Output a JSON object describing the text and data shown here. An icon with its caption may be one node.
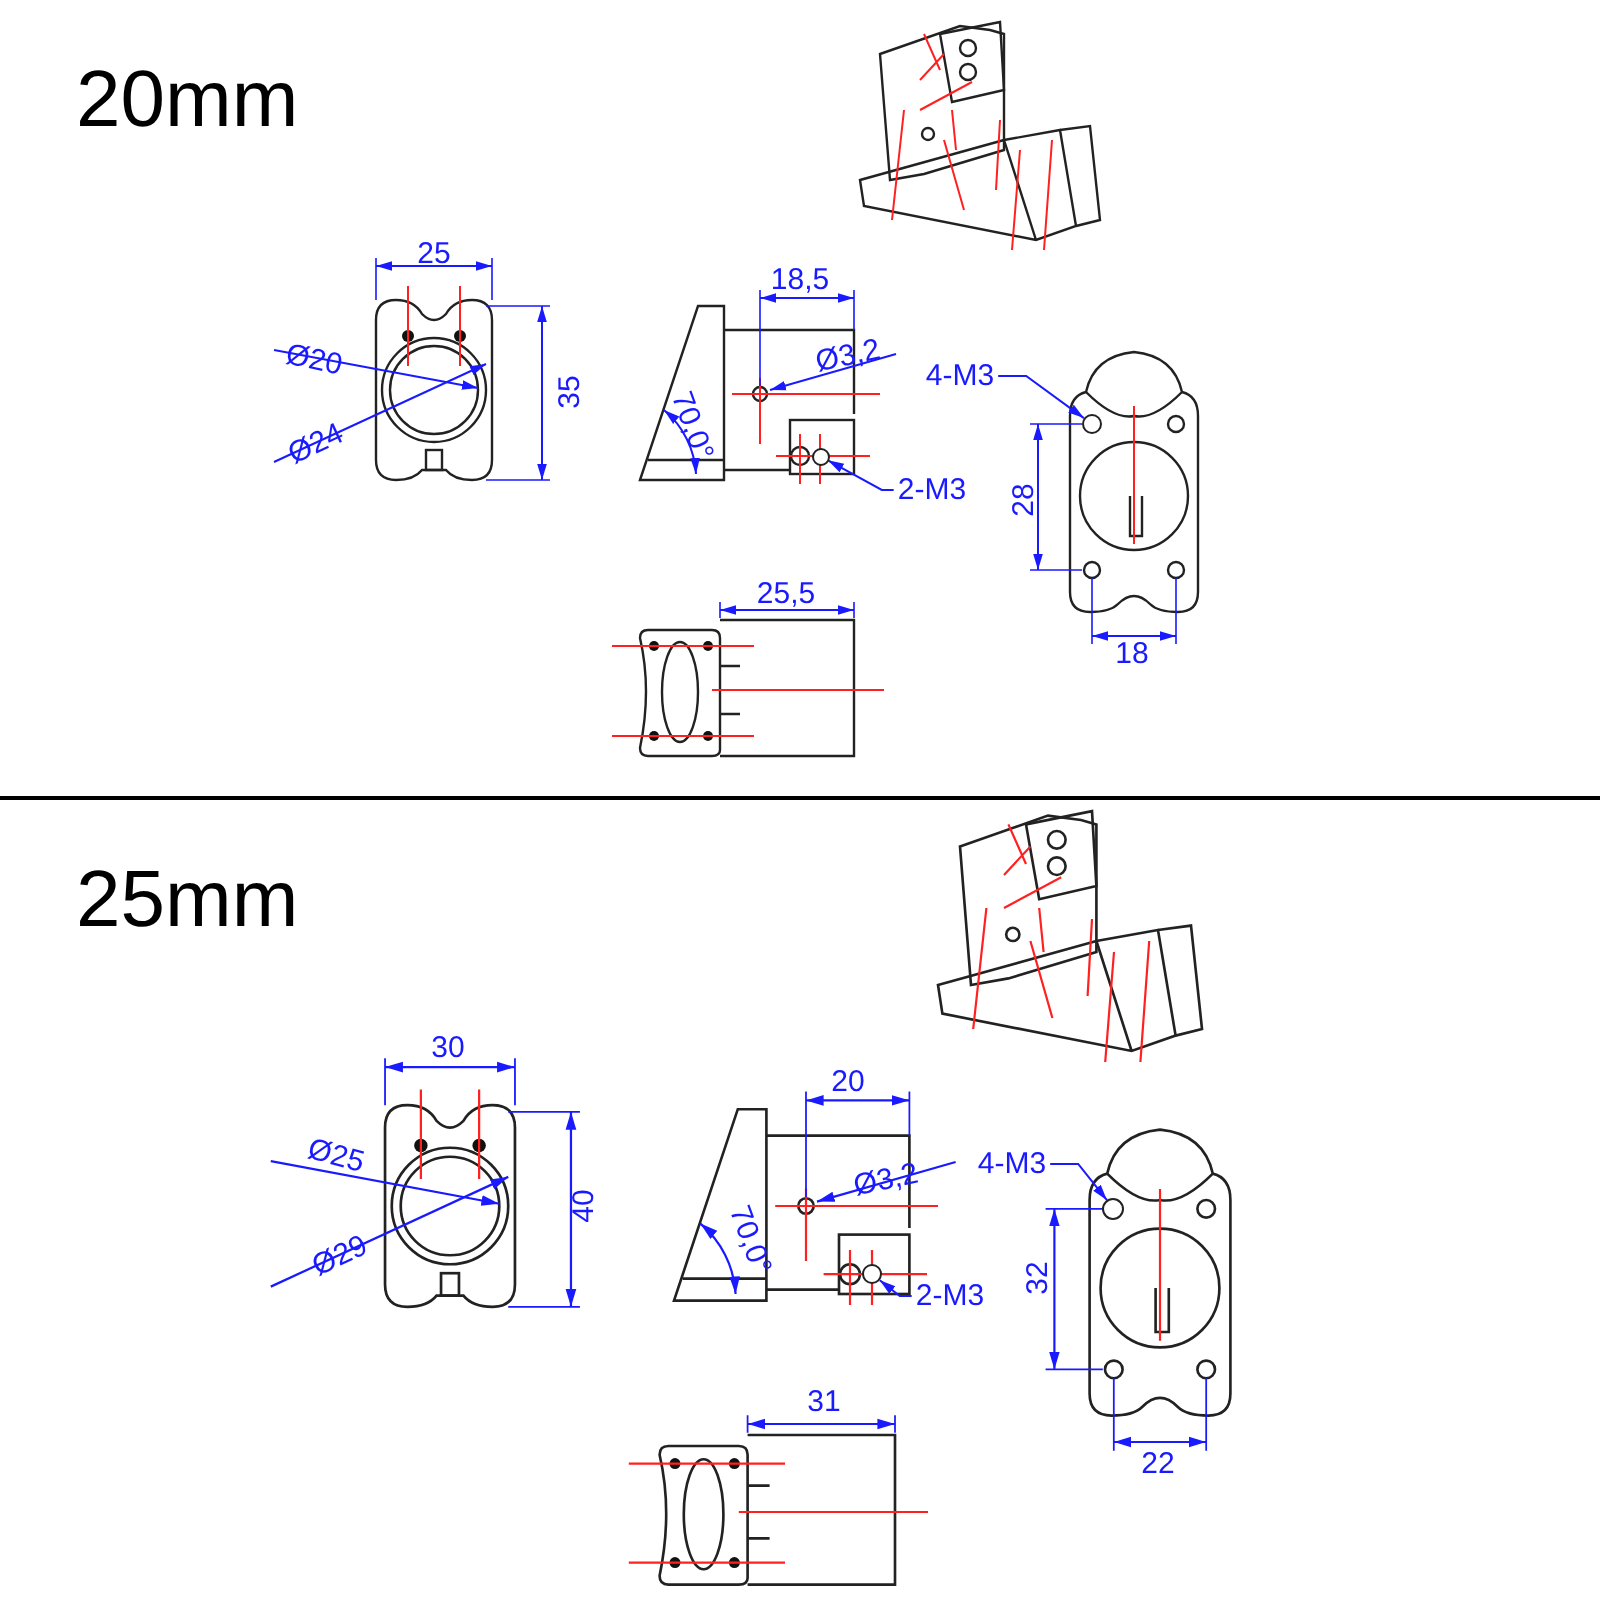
{
  "diagram": {
    "nodes": [
      {
        "text": [
          "4-M3"
        ]
      },
      {
        "text": [],
        "shape": "circle"
      },
      {
        "text": [
          "2-M3"
        ]
      },
      {
        "text": [],
        "shape": "circle"
      },
      {
        "text": [
          "4-M3"
        ]
      },
      {
        "text": [],
        "shape": "circle"
      },
      {
        "text": [
          "2-M3"
        ]
      },
      {
        "text": [],
        "shape": "circle"
      }
    ],
    "edges": [
      {
        "from": 0,
        "to": 1,
        "arrow": "to"
      },
      {
        "from": 2,
        "to": 3,
        "arrow": "to"
      },
      {
        "from": 4,
        "to": 5,
        "arrow": "to"
      },
      {
        "from": 6,
        "to": 7,
        "arrow": "to"
      }
    ],
    "labels": [
      "20mm",
      "25",
      "Ø20",
      "Ø24",
      "35",
      "18,5",
      "Ø3,2",
      "70,0°",
      "28",
      "18",
      "25,5",
      "25mm",
      "30",
      "Ø25",
      "Ø29",
      "40",
      "20",
      "Ø3,2",
      "70,0°",
      "32",
      "22",
      "31"
    ]
  }
}
